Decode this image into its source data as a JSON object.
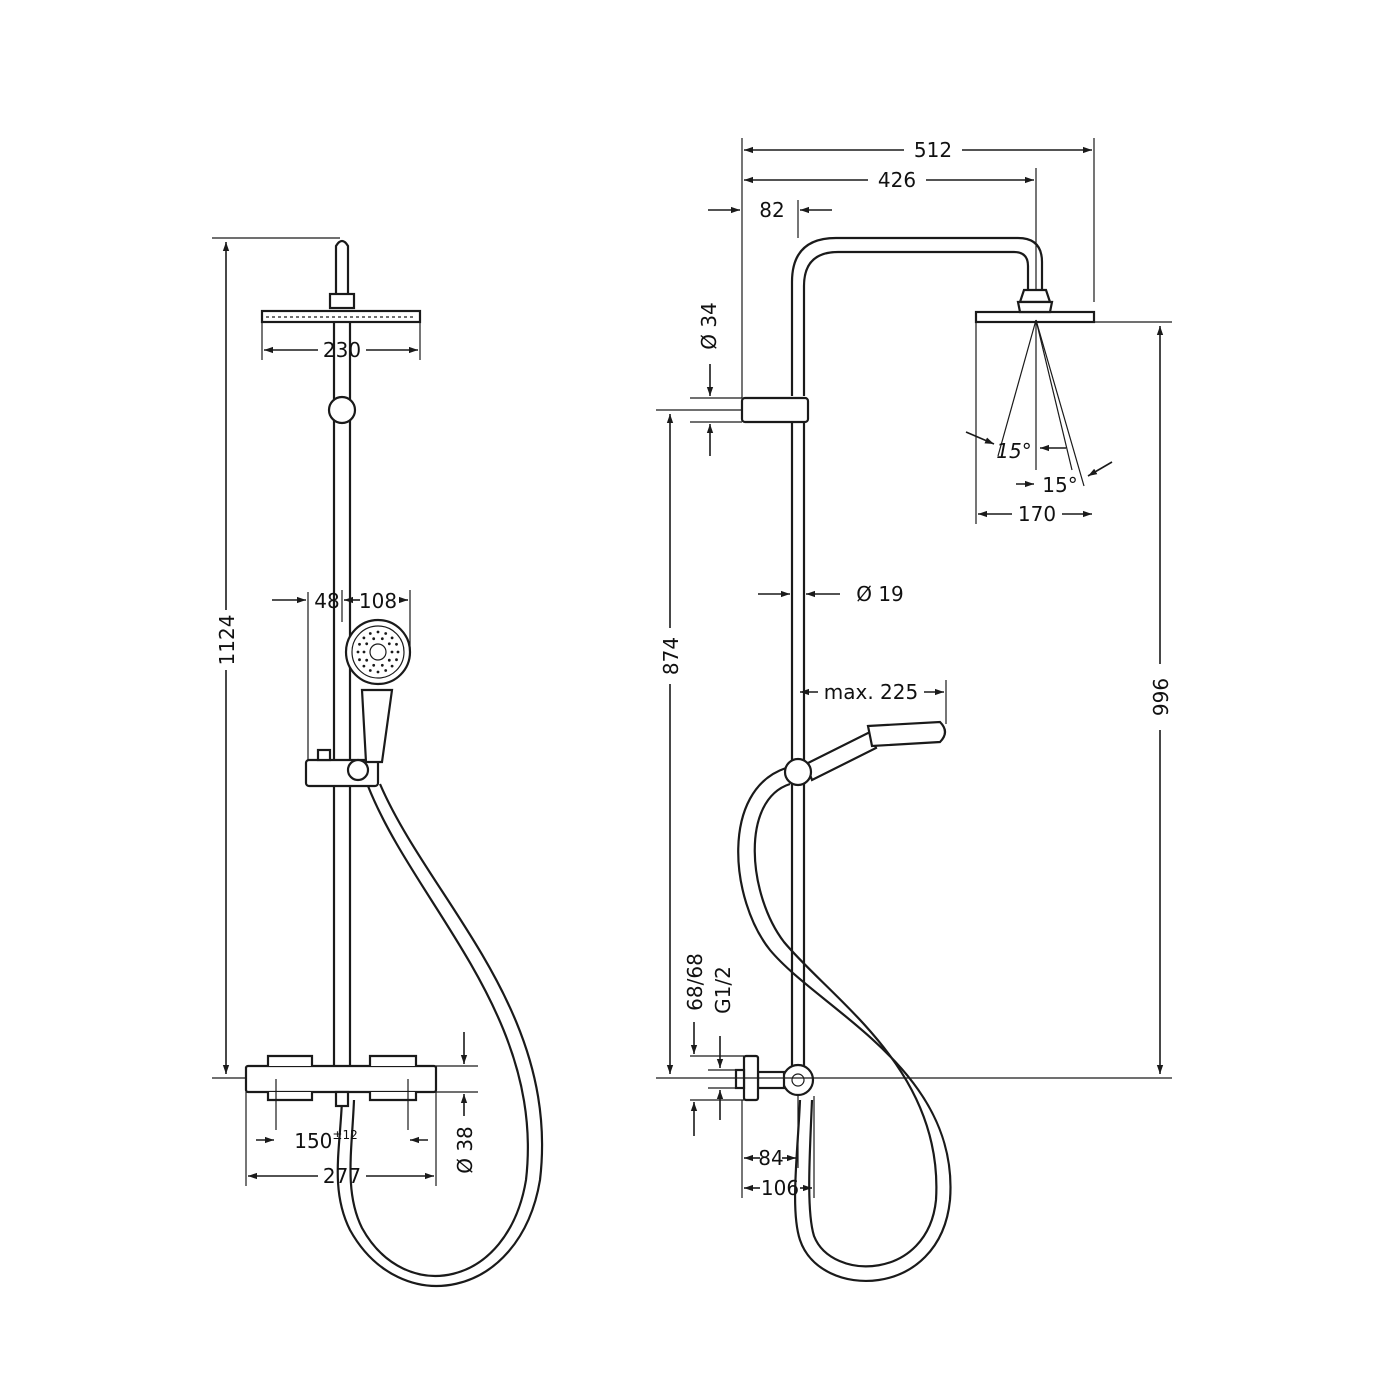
{
  "front_view": {
    "overall_height": "1124",
    "head_width": "230",
    "handshower_offset": "48",
    "handshower_diameter": "108",
    "centers_value": "150",
    "centers_tolerance": "±12",
    "mixer_width": "277",
    "mixer_diameter": "Ø 38"
  },
  "side_view": {
    "projection_total": "512",
    "head_reach": "426",
    "wall_offset": "82",
    "rail_diameter_upper": "Ø 34",
    "rail_height": "874",
    "rail_diameter": "Ø 19",
    "hand_reach": "max. 225",
    "head_height": "996",
    "head_spray_width": "170",
    "spray_angle_left": "15°",
    "spray_angle_right": "15°",
    "connection_centers": "68/68",
    "thread": "G1/2",
    "mixer_depth_1": "84",
    "mixer_depth_2": "106"
  }
}
